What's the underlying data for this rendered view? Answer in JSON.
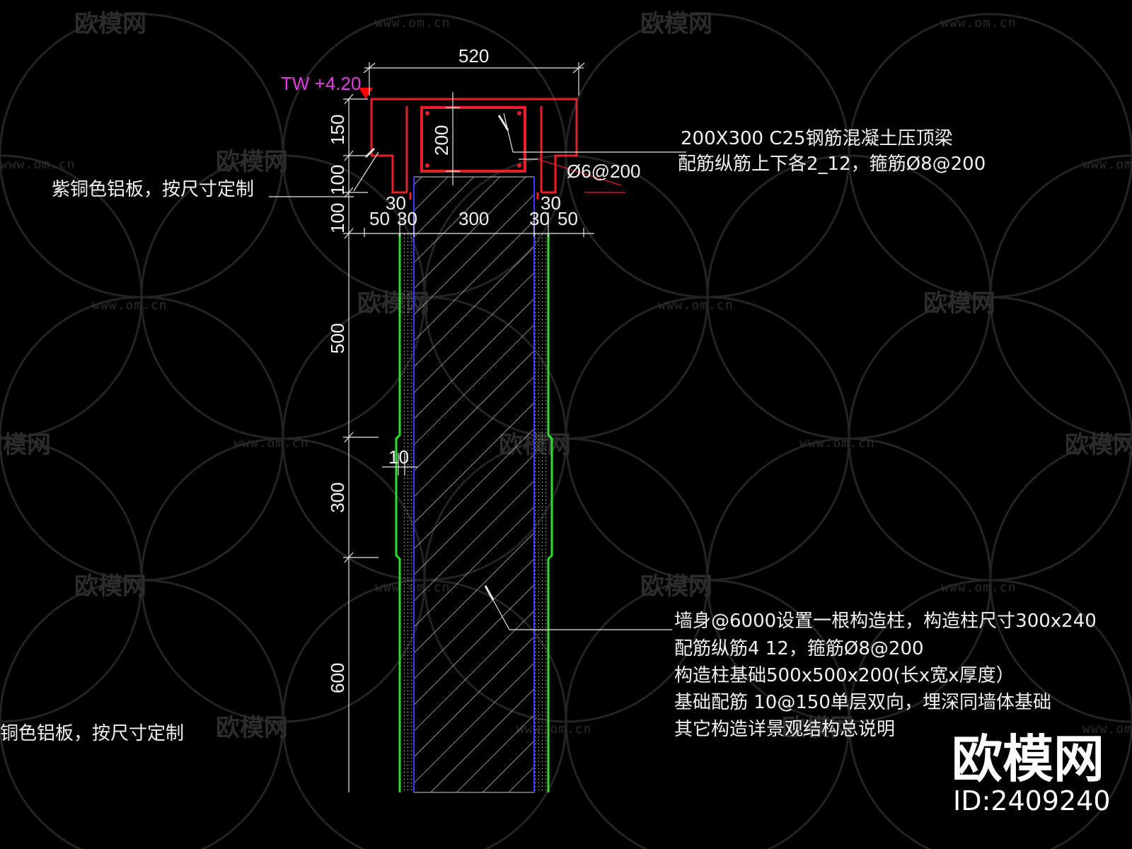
{
  "watermark": {
    "logo_text": "欧模网",
    "url_text": "www.om.cn",
    "corner_logo": "欧模网",
    "corner_id": "ID:2409240"
  },
  "elevation": {
    "label": "TW +4.20",
    "marker_color": "#ff0000",
    "label_color": "#e040e0"
  },
  "dimensions": {
    "top_width": "520",
    "beam_height": "200",
    "left_verticals": [
      "150",
      "100",
      "100",
      "500",
      "300",
      "600"
    ],
    "bottom_row": [
      "50",
      "30",
      "300",
      "30",
      "50"
    ],
    "small_30_left": "30",
    "small_30_right": "30",
    "ledge": "10"
  },
  "notes": {
    "beam_line1": "200X300 C25钢筋混凝土压顶梁",
    "beam_line2": "配筋纵筋上下各2_12，箍筋Ø8@200",
    "stirrup": "Ø6@200",
    "panel_left": "紫铜色铝板，按尺寸定制",
    "panel_left_cropped": "铜色铝板，按尺寸定制",
    "column_lines": [
      "墙身@6000设置一根构造柱，构造柱尺寸300x240",
      "配筋纵筋4  12，箍筋Ø8@200",
      "构造柱基础500x500x200(长x宽x厚度）",
      "基础配筋  10@150单层双向，埋深同墙体基础",
      "其它构造详景观结构总说明"
    ]
  },
  "colors": {
    "cap_outline": "#e8202a",
    "finish_line": "#2ee02e",
    "rebar_line": "#3a3aff",
    "text": "#f2f2f2"
  }
}
